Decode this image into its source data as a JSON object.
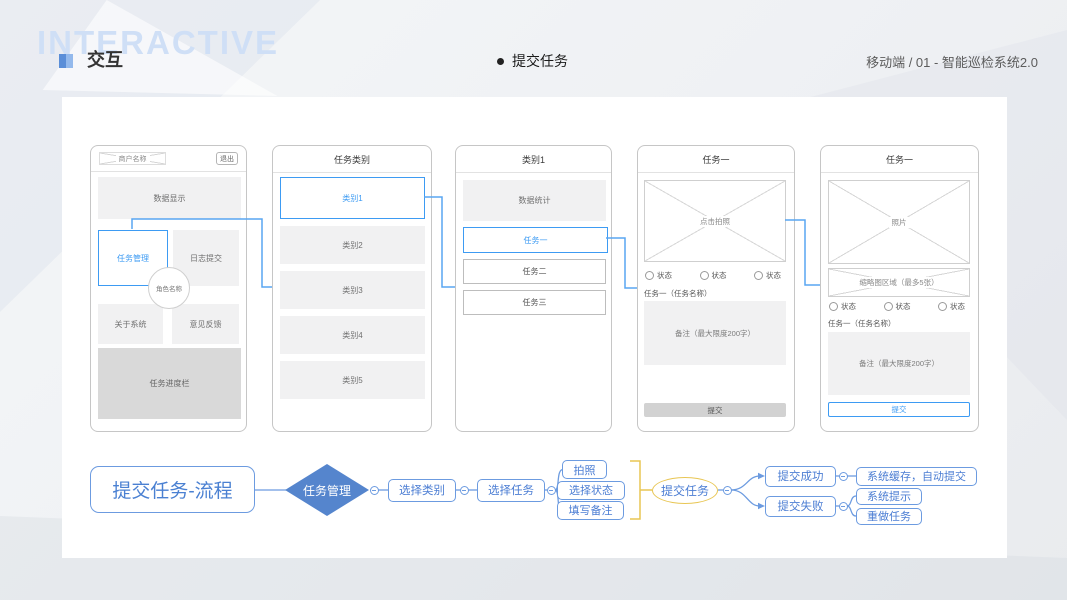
{
  "header": {
    "watermark": "INTERACTIVE",
    "title": "交互",
    "center_label": "提交任务",
    "breadcrumb": "移动端  /  01 - 智能巡检系统2.0"
  },
  "phones": {
    "home": {
      "merchant": "商户名称",
      "logout": "退出",
      "data_display": "数据显示",
      "task_mgmt": "任务管理",
      "log_submit": "日志提交",
      "role_name": "角色名称",
      "about": "关于系统",
      "feedback": "意见反馈",
      "progress": "任务进度栏"
    },
    "category_list": {
      "title": "任务类别",
      "items": [
        "类别1",
        "类别2",
        "类别3",
        "类别4",
        "类别5"
      ]
    },
    "category_detail": {
      "title": "类别1",
      "stats": "数据统计",
      "tasks": [
        "任务一",
        "任务二",
        "任务三"
      ]
    },
    "task_form": {
      "title": "任务一",
      "photo_hint": "点击拍照",
      "status_label": "状态",
      "name_label": "任务一（任务名称）",
      "note_placeholder": "备注（最大限度200字）",
      "submit": "提交"
    },
    "task_form_filled": {
      "title": "任务一",
      "photo_label": "照片",
      "thumbs_label": "缩略图区域（最多5张）",
      "status_label": "状态",
      "name_label": "任务一（任务名称）",
      "note_placeholder": "备注（最大限度200字）",
      "submit": "提交"
    }
  },
  "flow": {
    "start": "提交任务-流程",
    "decision": "任务管理",
    "step_category": "选择类别",
    "step_task": "选择任务",
    "sub_photo": "拍照",
    "sub_status": "选择状态",
    "sub_note": "填写备注",
    "submit": "提交任务",
    "success": "提交成功",
    "fail": "提交失败",
    "success_next": "系统缓存，自动提交",
    "fail_next1": "系统提示",
    "fail_next2": "重做任务"
  },
  "colors": {
    "accent_blue": "#3d9bf3",
    "flow_text_blue": "#4b7dd3",
    "flow_border_blue": "#6c9be0",
    "diamond_fill": "#5585cd",
    "flow_yellow": "#e8c654",
    "connector_blue": "#58a6f2",
    "watermark_blue": "#cfdff6"
  }
}
